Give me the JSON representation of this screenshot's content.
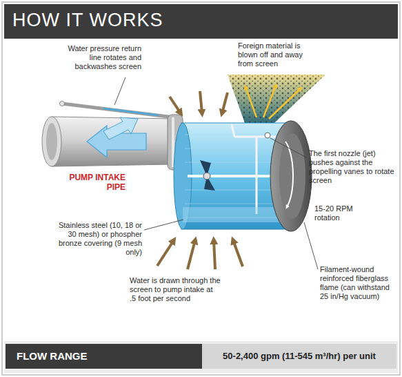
{
  "diagram": {
    "title": "HOW IT WORKS",
    "nodes": [
      {
        "text": [
          "FLOW RANGE"
        ]
      },
      {
        "text": [
          "50-2,400 gpm (11-545 m³/hr) per unit"
        ]
      }
    ],
    "labels": [
      "Water pressure return line rotates and backwashes screen",
      "Foreign material is blown off and away from screen",
      "PUMP INTAKE PIPE",
      "The first nozzle (jet) pushes against the propelling vanes to rotate screen",
      "15-20 RPM rotation",
      "Stainless steel (10, 18 or 30 mesh) or phospher bronze covering (9 mesh only)",
      "Water is drawn through the screen to pump intake at .5 foot per second",
      "Filament-wound reinforced fiberglass flame (can withstand 25 in/Hg vacuum)"
    ]
  }
}
